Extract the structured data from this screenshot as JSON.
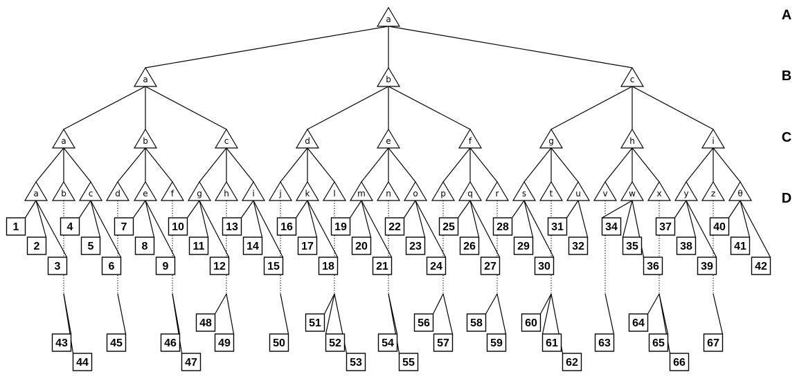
{
  "levels": [
    "A",
    "B",
    "C",
    "D"
  ],
  "root": "a",
  "level_b": [
    "a",
    "b",
    "c"
  ],
  "level_c": [
    "a",
    "b",
    "c",
    "d",
    "e",
    "f",
    "g",
    "h",
    "i"
  ],
  "level_d": [
    "a",
    "b",
    "c",
    "d",
    "e",
    "f",
    "g",
    "h",
    "i",
    "j",
    "k",
    "l",
    "m",
    "n",
    "o",
    "p",
    "q",
    "r",
    "s",
    "t",
    "u",
    "v",
    "w",
    "x",
    "y",
    "z",
    "θ"
  ],
  "d_leaves": [
    [
      "1",
      "2",
      "3"
    ],
    [
      "4",
      "5",
      "6"
    ],
    [
      "7",
      "8",
      "9"
    ],
    [
      "10",
      "11",
      "12"
    ],
    [
      "13",
      "14",
      "15"
    ],
    [
      "16",
      "17",
      "18"
    ],
    [
      "19",
      "20",
      "21"
    ],
    [
      "22",
      "23",
      "24"
    ],
    [
      "25",
      "26",
      "27"
    ],
    [
      "28",
      "29",
      "30"
    ],
    [
      "31",
      "32"
    ],
    [
      "34",
      "35",
      "36"
    ],
    [
      "37",
      "38",
      "39"
    ],
    [
      "40",
      "41",
      "42"
    ]
  ],
  "e_leaves": [
    [
      "43",
      "44"
    ],
    [
      "45"
    ],
    [
      "46",
      "47"
    ],
    [
      "48",
      "49"
    ],
    [
      "50"
    ],
    [
      "51",
      "52",
      "53"
    ],
    [
      "54",
      "55"
    ],
    [
      "56",
      "57"
    ],
    [
      "58",
      "59"
    ],
    [
      "60",
      "61",
      "62"
    ],
    [
      "63"
    ],
    [
      "64",
      "65",
      "66"
    ],
    [
      "67"
    ]
  ]
}
